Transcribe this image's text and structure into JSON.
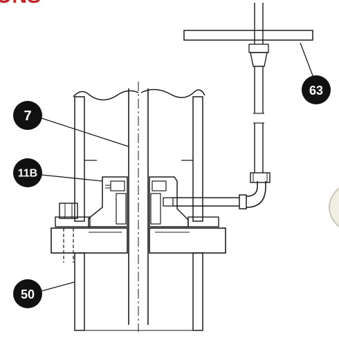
{
  "header": {
    "fragment": "ONS",
    "color": "#c0282b"
  },
  "callouts": [
    {
      "id": "7",
      "label": "7"
    },
    {
      "id": "11B",
      "label": "11B"
    },
    {
      "id": "50",
      "label": "50"
    },
    {
      "id": "63",
      "label": "63"
    }
  ],
  "colors": {
    "line": "#1a1a1a",
    "callout_fill": "#111111",
    "callout_text": "#ffffff",
    "background": "#ffffff"
  }
}
